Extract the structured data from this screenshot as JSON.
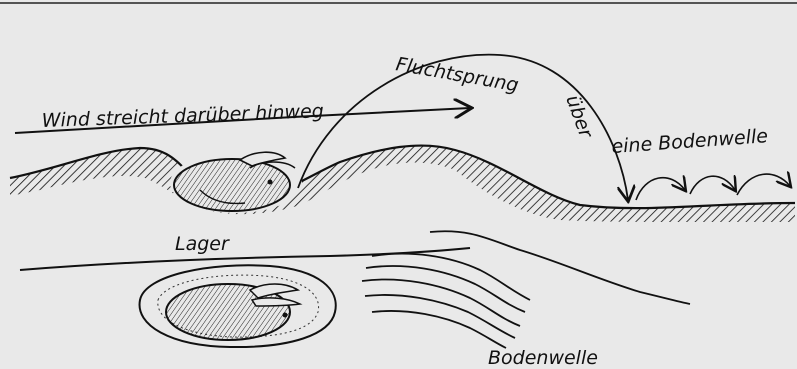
{
  "labels": {
    "wind": "Wind streicht darüber hinweg",
    "escape_jump": "Fluchtsprung",
    "over": "über",
    "ground_wave_top": "eine Bodenwelle",
    "form": "Lager",
    "ground_wave_bottom": "Bodenwelle"
  },
  "colors": {
    "paper": "#e9e9e9",
    "ink": "#111111"
  }
}
